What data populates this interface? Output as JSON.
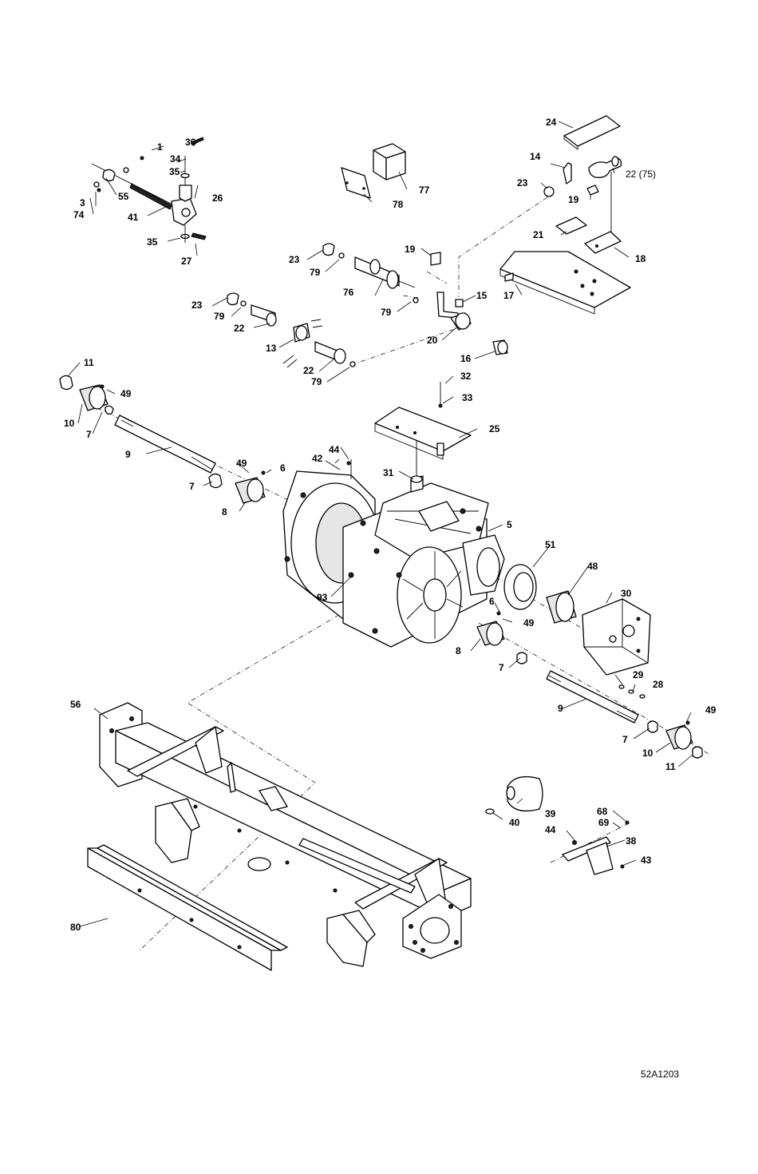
{
  "drawing": {
    "code": "52A1203",
    "callouts": [
      {
        "id": "c1",
        "text": "1"
      },
      {
        "id": "c36",
        "text": "36"
      },
      {
        "id": "c34",
        "text": "34"
      },
      {
        "id": "c35a",
        "text": "35"
      },
      {
        "id": "c3",
        "text": "3"
      },
      {
        "id": "c74",
        "text": "74"
      },
      {
        "id": "c55",
        "text": "55"
      },
      {
        "id": "c26",
        "text": "26"
      },
      {
        "id": "c41",
        "text": "41"
      },
      {
        "id": "c35b",
        "text": "35"
      },
      {
        "id": "c27",
        "text": "27"
      },
      {
        "id": "c77",
        "text": "77"
      },
      {
        "id": "c78",
        "text": "78"
      },
      {
        "id": "c24",
        "text": "24"
      },
      {
        "id": "c14",
        "text": "14"
      },
      {
        "id": "c23a",
        "text": "23"
      },
      {
        "id": "c22a",
        "text": "22 (75)"
      },
      {
        "id": "c19a",
        "text": "19"
      },
      {
        "id": "c21",
        "text": "21"
      },
      {
        "id": "c18",
        "text": "18"
      },
      {
        "id": "c17",
        "text": "17"
      },
      {
        "id": "c19b",
        "text": "19"
      },
      {
        "id": "c15",
        "text": "15"
      },
      {
        "id": "c20",
        "text": "20"
      },
      {
        "id": "c16",
        "text": "16"
      },
      {
        "id": "c23b",
        "text": "23"
      },
      {
        "id": "c79a",
        "text": "79"
      },
      {
        "id": "c76",
        "text": "76"
      },
      {
        "id": "c79b",
        "text": "79"
      },
      {
        "id": "c23c",
        "text": "23"
      },
      {
        "id": "c79c",
        "text": "79"
      },
      {
        "id": "c22b",
        "text": "22"
      },
      {
        "id": "c13",
        "text": "13"
      },
      {
        "id": "c22c",
        "text": "22"
      },
      {
        "id": "c79d",
        "text": "79"
      },
      {
        "id": "c11a",
        "text": "11"
      },
      {
        "id": "c49a",
        "text": "49"
      },
      {
        "id": "c10a",
        "text": "10"
      },
      {
        "id": "c7a",
        "text": "7"
      },
      {
        "id": "c9a",
        "text": "9"
      },
      {
        "id": "c32",
        "text": "32"
      },
      {
        "id": "c33",
        "text": "33"
      },
      {
        "id": "c25",
        "text": "25"
      },
      {
        "id": "c44a",
        "text": "44"
      },
      {
        "id": "c42",
        "text": "42"
      },
      {
        "id": "c31",
        "text": "31"
      },
      {
        "id": "c49b",
        "text": "49"
      },
      {
        "id": "c6a",
        "text": "6"
      },
      {
        "id": "c7b",
        "text": "7"
      },
      {
        "id": "c8a",
        "text": "8"
      },
      {
        "id": "c5",
        "text": "5"
      },
      {
        "id": "c51",
        "text": "51"
      },
      {
        "id": "c48",
        "text": "48"
      },
      {
        "id": "c30",
        "text": "30"
      },
      {
        "id": "c93",
        "text": "93"
      },
      {
        "id": "c6b",
        "text": "6"
      },
      {
        "id": "c49c",
        "text": "49"
      },
      {
        "id": "c8b",
        "text": "8"
      },
      {
        "id": "c7c",
        "text": "7"
      },
      {
        "id": "c29",
        "text": "29"
      },
      {
        "id": "c28",
        "text": "28"
      },
      {
        "id": "c9b",
        "text": "9"
      },
      {
        "id": "c49d",
        "text": "49"
      },
      {
        "id": "c7d",
        "text": "7"
      },
      {
        "id": "c10b",
        "text": "10"
      },
      {
        "id": "c11b",
        "text": "11"
      },
      {
        "id": "c56",
        "text": "56"
      },
      {
        "id": "c39",
        "text": "39"
      },
      {
        "id": "c40",
        "text": "40"
      },
      {
        "id": "c68",
        "text": "68"
      },
      {
        "id": "c69",
        "text": "69"
      },
      {
        "id": "c44b",
        "text": "44"
      },
      {
        "id": "c38",
        "text": "38"
      },
      {
        "id": "c43",
        "text": "43"
      },
      {
        "id": "c80",
        "text": "80"
      }
    ]
  }
}
